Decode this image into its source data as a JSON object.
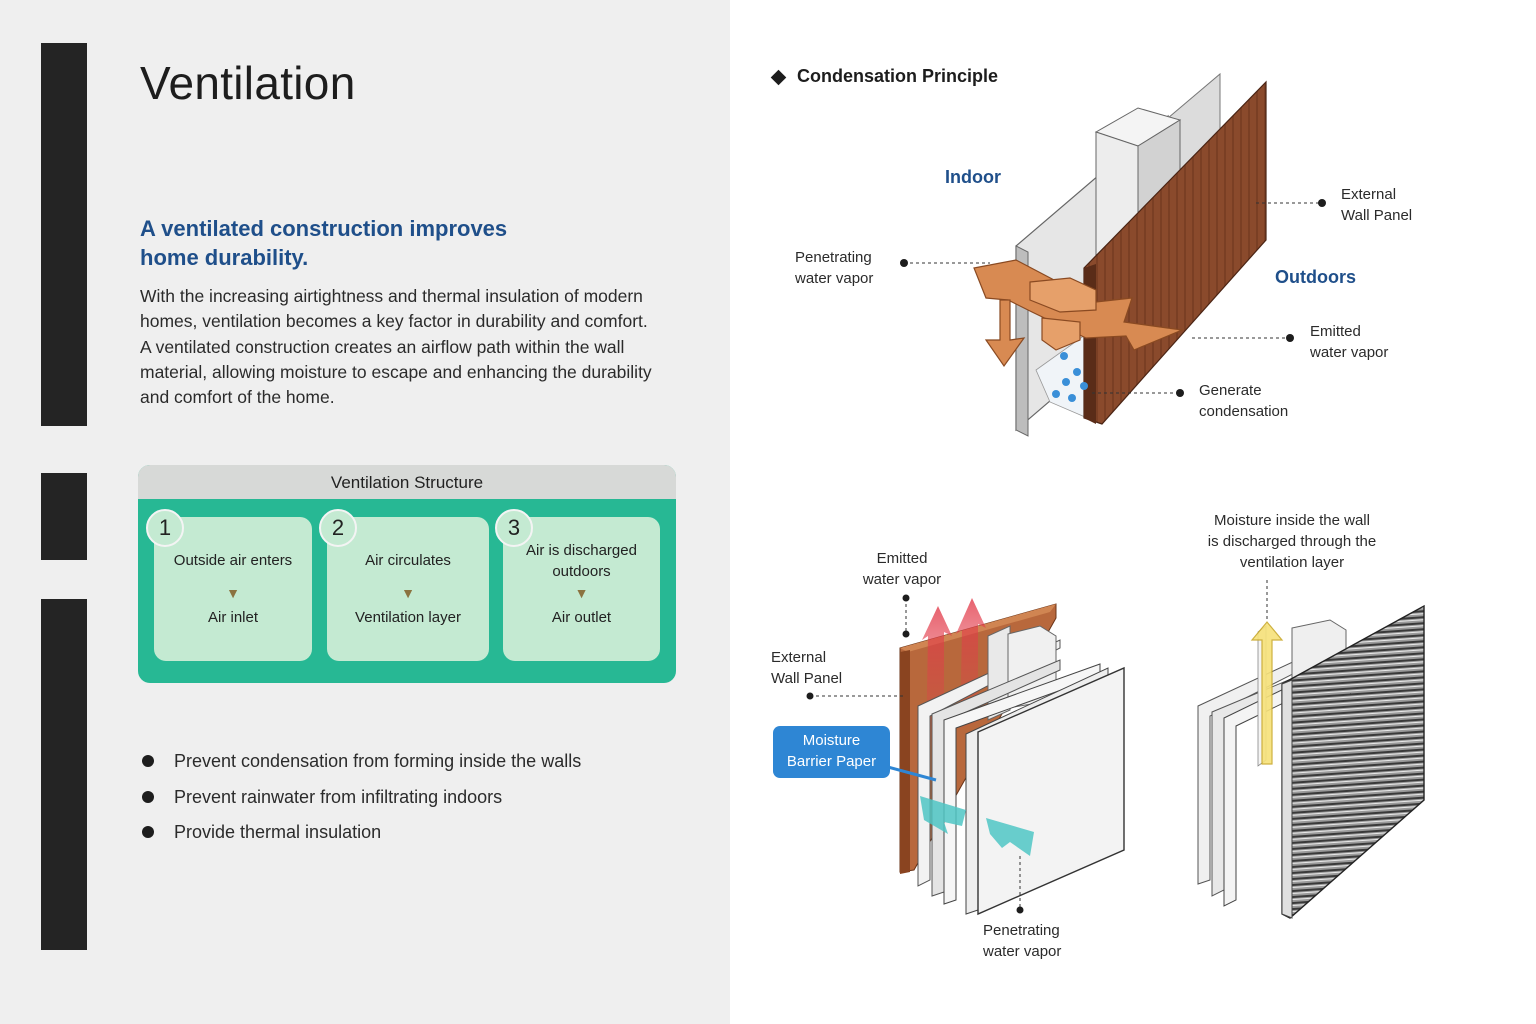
{
  "left": {
    "title": "Ventilation",
    "subtitle_line1": "A ventilated construction improves",
    "subtitle_line2": "home durability.",
    "body": "With the increasing airtightness and thermal insulation of modern homes, ventilation becomes a key factor in durability and comfort. A ventilated construction creates an airflow path within the wall material, allowing moisture to escape and enhancing the durability and comfort of the home.",
    "structure": {
      "title": "Ventilation Structure",
      "steps": [
        {
          "num": "1",
          "top_line1": "Outside air enters",
          "top_line2": "",
          "bottom": "Air inlet"
        },
        {
          "num": "2",
          "top_line1": "Air circulates",
          "top_line2": "",
          "bottom": "Ventilation layer"
        },
        {
          "num": "3",
          "top_line1": "Air is discharged",
          "top_line2": "outdoors",
          "bottom": "Air outlet"
        }
      ],
      "arrow": "▼"
    },
    "bullets": [
      "Prevent condensation from forming inside the walls",
      "Prevent rainwater from infiltrating indoors",
      "Provide thermal insulation"
    ]
  },
  "right": {
    "section_title": "Condensation Principle",
    "top": {
      "indoor": "Indoor",
      "outdoors": "Outdoors",
      "external_l1": "External",
      "external_l2": "Wall Panel",
      "penetrating_l1": "Penetrating",
      "penetrating_l2": "water vapor",
      "emitted_l1": "Emitted",
      "emitted_l2": "water vapor",
      "generate_l1": "Generate",
      "generate_l2": "condensation"
    },
    "bottom_left": {
      "emitted_l1": "Emitted",
      "emitted_l2": "water vapor",
      "external_l1": "External",
      "external_l2": "Wall Panel",
      "barrier_l1": "Moisture",
      "barrier_l2": "Barrier Paper",
      "penetrating_l1": "Penetrating",
      "penetrating_l2": "water vapor"
    },
    "bottom_right": {
      "caption_l1": "Moisture inside the wall",
      "caption_l2": "is discharged through the",
      "caption_l3": "ventilation layer"
    }
  },
  "colors": {
    "accent_blue": "#1f4f8a",
    "teal": "#27b894",
    "card_green": "#c4ead2",
    "wood": "#8a4a2c",
    "barrier_blue": "#2e86d4"
  }
}
